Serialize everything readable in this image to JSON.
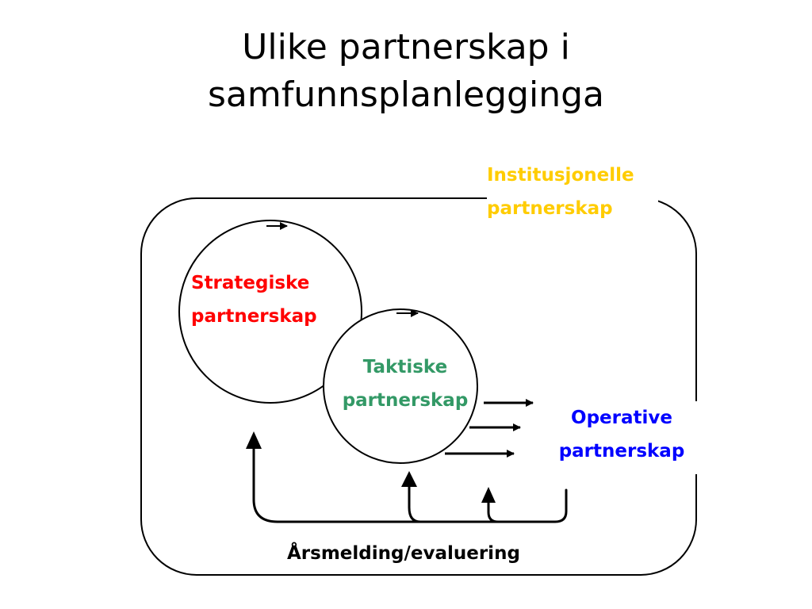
{
  "title": {
    "line1": "Ulike partnerskap i",
    "line2": "samfunnsplanlegginga"
  },
  "labels": {
    "institutional": {
      "line1": "Institusjonelle",
      "line2": "partnerskap",
      "color": "#FFCC00"
    },
    "strategic": {
      "line1": "Strategiske",
      "line2": "partnerskap",
      "color": "#FF0000"
    },
    "tactical": {
      "line1": "Taktiske",
      "line2": "partnerskap",
      "color": "#339966"
    },
    "operative": {
      "line1": "Operative",
      "line2": "partnerskap",
      "color": "#0000FF"
    },
    "report": "Årsmelding/evaluering"
  }
}
